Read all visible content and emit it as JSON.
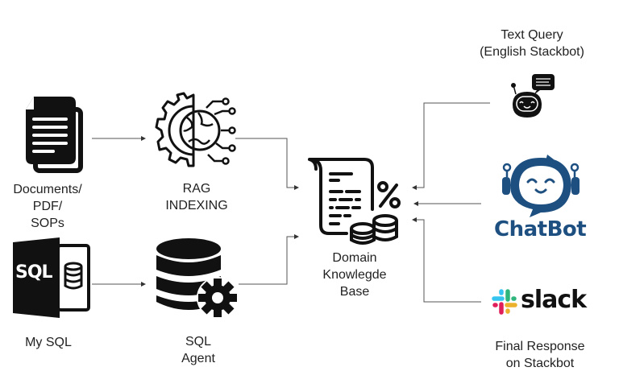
{
  "nodes": {
    "documents": {
      "label_lines": [
        "Documents/",
        "PDF/",
        "SOPs"
      ],
      "icon": "documents-icon"
    },
    "mysql": {
      "label": "My SQL",
      "icon": "sql-file-icon",
      "icon_text": "SQL"
    },
    "rag": {
      "label_lines": [
        "RAG",
        "INDEXING"
      ],
      "icon": "gear-globe-network-icon"
    },
    "sql_agent": {
      "label_lines": [
        "SQL",
        "Agent"
      ],
      "icon": "database-gear-icon"
    },
    "knowledge_base": {
      "label_lines": [
        "Domain",
        "Knowlegde",
        "Base"
      ],
      "icon": "document-percent-coins-icon"
    },
    "text_query": {
      "label_lines": [
        "Text Query",
        "(English Stackbot)"
      ],
      "icon": "robot-chat-icon"
    },
    "chatbot": {
      "logo_text": "ChatBot",
      "icon": "chatbot-logo-icon",
      "color": "#1d4f80"
    },
    "slack": {
      "logo_text": "slack",
      "icon": "slack-logo-icon",
      "colors": [
        "#36c5f0",
        "#2eb67d",
        "#ecb22e",
        "#e01e5a"
      ]
    },
    "final_response": {
      "label_lines": [
        "Final Response",
        "on Stackbot"
      ]
    }
  },
  "edges": [
    {
      "from": "documents",
      "to": "rag"
    },
    {
      "from": "mysql",
      "to": "sql_agent"
    },
    {
      "from": "rag",
      "to": "knowledge_base"
    },
    {
      "from": "sql_agent",
      "to": "knowledge_base"
    },
    {
      "from": "text_query",
      "to": "knowledge_base"
    },
    {
      "from": "chatbot",
      "to": "knowledge_base"
    },
    {
      "from": "slack",
      "to": "knowledge_base"
    }
  ]
}
